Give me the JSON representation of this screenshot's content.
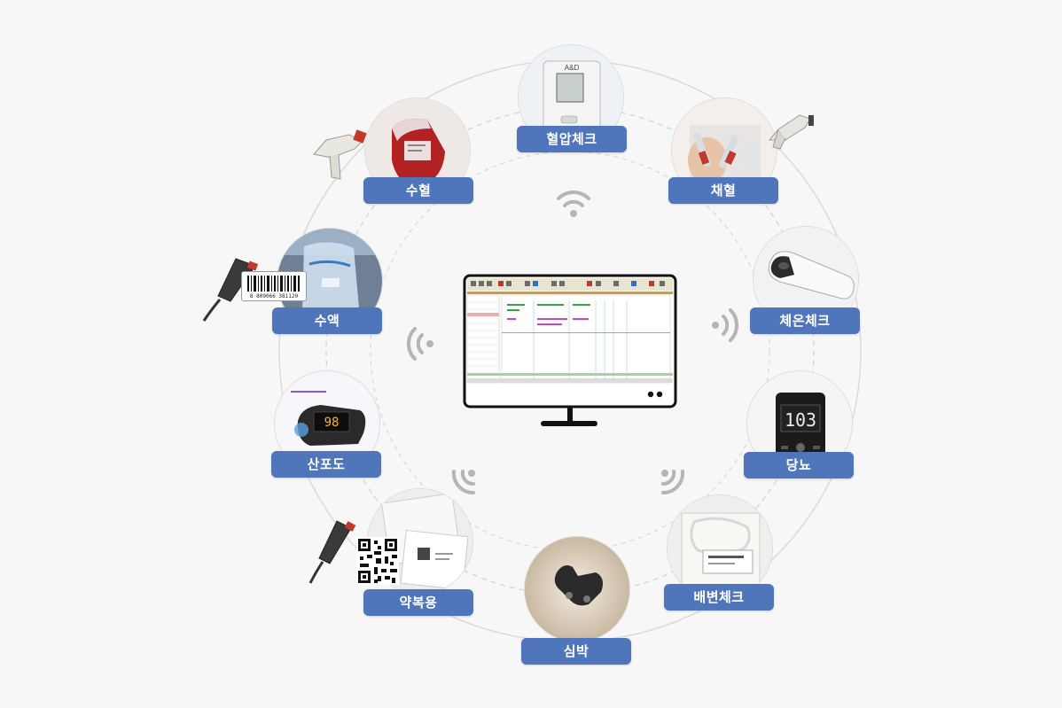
{
  "nodes": [
    {
      "id": "blood-pressure",
      "label": "혈압체크"
    },
    {
      "id": "blood-draw",
      "label": "채혈"
    },
    {
      "id": "temperature",
      "label": "체온체크"
    },
    {
      "id": "glucose",
      "label": "당뇨"
    },
    {
      "id": "excretion",
      "label": "배변체크"
    },
    {
      "id": "heart-rate",
      "label": "심박"
    },
    {
      "id": "medication",
      "label": "약복용"
    },
    {
      "id": "oxygen",
      "label": "산포도"
    },
    {
      "id": "fluid",
      "label": "수액"
    },
    {
      "id": "transfusion",
      "label": "수혈"
    }
  ],
  "devices": {
    "bp_monitor_brand": "A&D",
    "glucose_reading": "103",
    "oximeter_reading": "98",
    "barcode_number": "8 809066 381120"
  },
  "icons": [
    "wifi-icon",
    "barcode-scanner-icon",
    "monitor-icon",
    "qr-code-icon",
    "barcode-icon"
  ],
  "colors": {
    "label_bg": "#4f75bb",
    "label_text": "#ffffff",
    "background": "#f7f7f7",
    "ring": "#d6d6d6",
    "wifi": "#b5b5b5"
  }
}
